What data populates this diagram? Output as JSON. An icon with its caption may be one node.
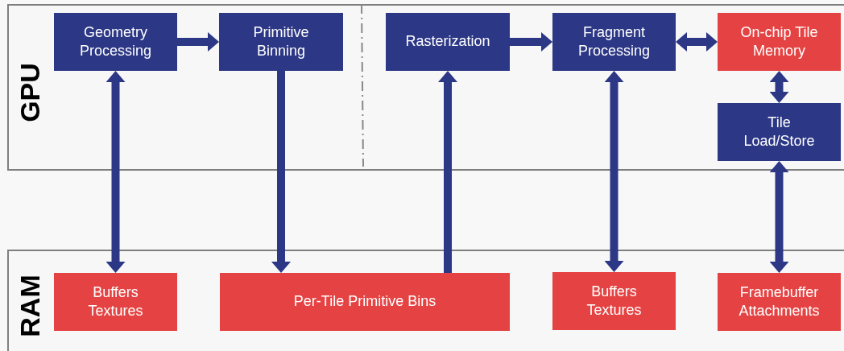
{
  "diagram": {
    "nodes": [
      {
        "text": [
          "GPU"
        ]
      },
      {
        "text": [
          "Geometry Processing"
        ],
        "in": 0
      },
      {
        "text": [
          "Primitive Binning"
        ],
        "in": 0
      },
      {
        "text": [
          "Rasterization"
        ],
        "in": 0
      },
      {
        "text": [
          "Fragment Processing"
        ],
        "in": 0
      },
      {
        "text": [
          "On-chip Tile Memory"
        ],
        "in": 0
      },
      {
        "text": [
          "Tile Load/Store"
        ],
        "in": 0
      },
      {
        "text": [
          "RAM"
        ]
      },
      {
        "text": [
          "Buffers Textures"
        ],
        "in": 7
      },
      {
        "text": [
          "Per-Tile Primitive Bins"
        ],
        "in": 7
      },
      {
        "text": [
          "Buffers Textures"
        ],
        "in": 7
      },
      {
        "text": [
          "Framebuffer Attachments"
        ],
        "in": 7
      }
    ],
    "edges": [
      {
        "from": 1,
        "to": 2,
        "arrow": "to"
      },
      {
        "from": 3,
        "to": 4,
        "arrow": "to"
      },
      {
        "from": 4,
        "to": 5,
        "arrow": "both"
      },
      {
        "from": 5,
        "to": 6,
        "arrow": "both"
      },
      {
        "from": 1,
        "to": 8,
        "arrow": "both"
      },
      {
        "from": 2,
        "to": 9,
        "arrow": "to"
      },
      {
        "from": 9,
        "to": 3,
        "arrow": "to"
      },
      {
        "from": 4,
        "to": 10,
        "arrow": "both"
      },
      {
        "from": 6,
        "to": 11,
        "arrow": "both"
      }
    ]
  }
}
